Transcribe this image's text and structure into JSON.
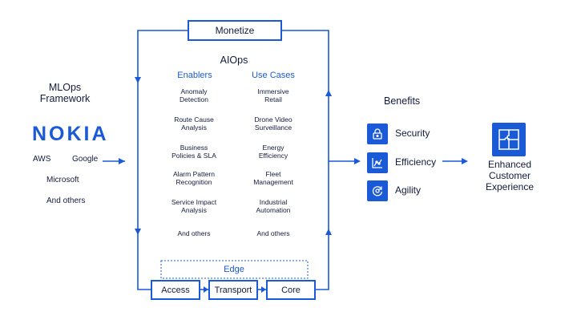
{
  "monetize": "Monetize",
  "aiops": {
    "title": "AIOps",
    "enablers_heading": "Enablers",
    "use_cases_heading": "Use Cases",
    "enablers": [
      [
        "Anomaly",
        "Detection"
      ],
      [
        "Route Cause",
        "Analysis"
      ],
      [
        "Business",
        "Policies & SLA"
      ],
      [
        "Alarm Pattern",
        "Recognition"
      ],
      [
        "Service Impact",
        "Analysis"
      ],
      [
        "And others"
      ]
    ],
    "use_cases": [
      [
        "Immersive",
        "Retail"
      ],
      [
        "Drone Video",
        "Surveillance"
      ],
      [
        "Energy",
        "Efficiency"
      ],
      [
        "Fleet",
        "Management"
      ],
      [
        "Industrial",
        "Automation"
      ],
      [
        "And others"
      ]
    ]
  },
  "mlops": {
    "title_line1": "MLOps",
    "title_line2": "Framework",
    "logo": "NOKIA",
    "aws": "AWS",
    "google": "Google",
    "microsoft": "Microsoft",
    "others": "And others"
  },
  "edge": {
    "title": "Edge",
    "access": "Access",
    "transport": "Transport",
    "core": "Core"
  },
  "benefits": {
    "title": "Benefits",
    "items": [
      {
        "label": "Security",
        "icon": "lock-icon"
      },
      {
        "label": "Efficiency",
        "icon": "trend-chart-icon"
      },
      {
        "label": "Agility",
        "icon": "refresh-gear-icon"
      }
    ]
  },
  "outcome": {
    "line1": "Enhanced",
    "line2": "Customer",
    "line3": "Experience",
    "icon": "puzzle-icon"
  },
  "colors": {
    "accent": "#1a5ad6",
    "text": "#121a3c"
  }
}
